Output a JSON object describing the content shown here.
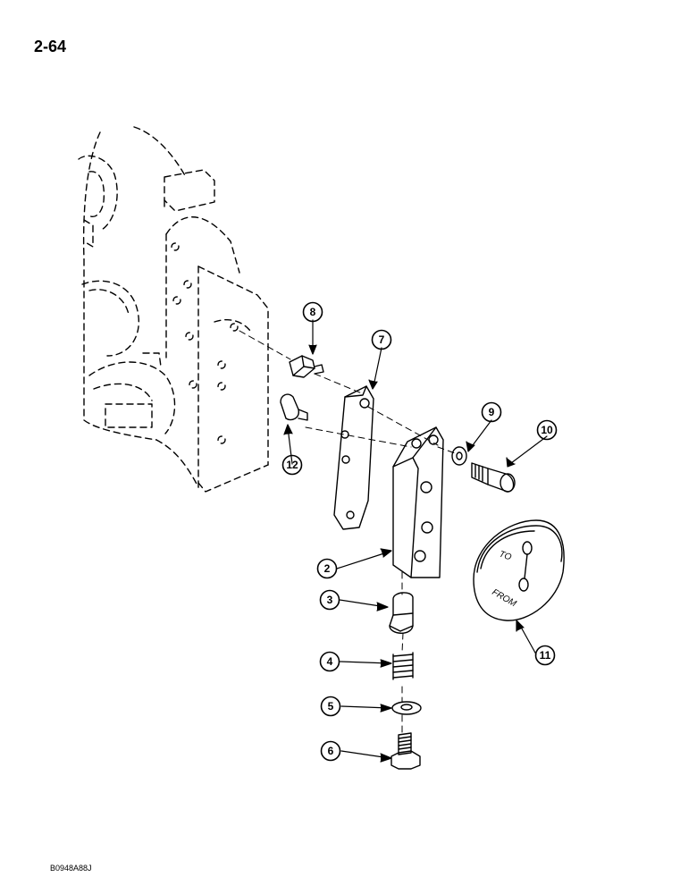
{
  "page_number": "2-64",
  "figure_code": "B0948A88J",
  "parts": [
    {
      "id": "2",
      "name": "mounting-block"
    },
    {
      "id": "3",
      "name": "valve-plunger"
    },
    {
      "id": "4",
      "name": "spring"
    },
    {
      "id": "5",
      "name": "washer"
    },
    {
      "id": "6",
      "name": "plug-bolt"
    },
    {
      "id": "7",
      "name": "bracket-plate"
    },
    {
      "id": "8",
      "name": "straight-fitting"
    },
    {
      "id": "9",
      "name": "small-washer"
    },
    {
      "id": "10",
      "name": "socket-head-cap-screw"
    },
    {
      "id": "11",
      "name": "cover-plate"
    },
    {
      "id": "12",
      "name": "elbow-fitting"
    }
  ],
  "cover_labels": {
    "upper": "TO",
    "lower": "FROM"
  }
}
